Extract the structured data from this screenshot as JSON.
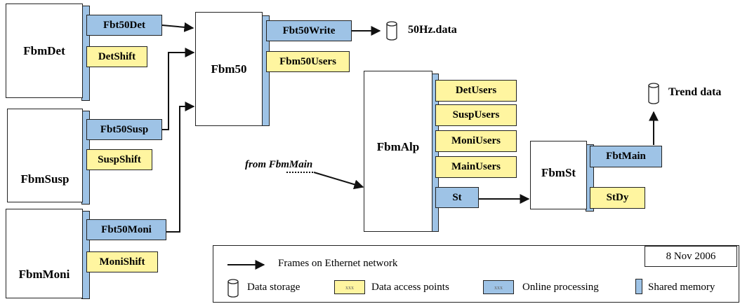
{
  "frames": {
    "fbm_det": "FbmDet",
    "fbm_susp": "FbmSusp",
    "fbm_moni": "FbmMoni",
    "fbm50": "Fbm50",
    "fbm_alp": "FbmAlp",
    "fbm_st": "FbmSt"
  },
  "online_processing": {
    "fbt50det": "Fbt50Det",
    "fbt50susp": "Fbt50Susp",
    "fbt50moni": "Fbt50Moni",
    "fbt50write": "Fbt50Write",
    "st": "St",
    "fbtmain": "FbtMain"
  },
  "data_access_points": {
    "detshift": "DetShift",
    "suspshift": "SuspShift",
    "monishift": "MoniShift",
    "fbm50users": "Fbm50Users",
    "detusers": "DetUsers",
    "suspusers": "SuspUsers",
    "moniusers": "MoniUsers",
    "mainusers": "MainUsers",
    "stdy": "StDy"
  },
  "storage": {
    "hz50": "50Hz.data",
    "trend": "Trend data"
  },
  "input_label": "from FbmMain",
  "legend": {
    "date": "8 Nov 2006",
    "arrow_label": "Frames on Ethernet network",
    "storage_label": "Data storage",
    "swatch_text": "xxx",
    "access_label": "Data access points",
    "online_label": "Online processing",
    "shared_label": "Shared memory"
  },
  "colors": {
    "online": "#9ec3e6",
    "access": "#fff5a0",
    "shared": "#9ec3e6"
  }
}
